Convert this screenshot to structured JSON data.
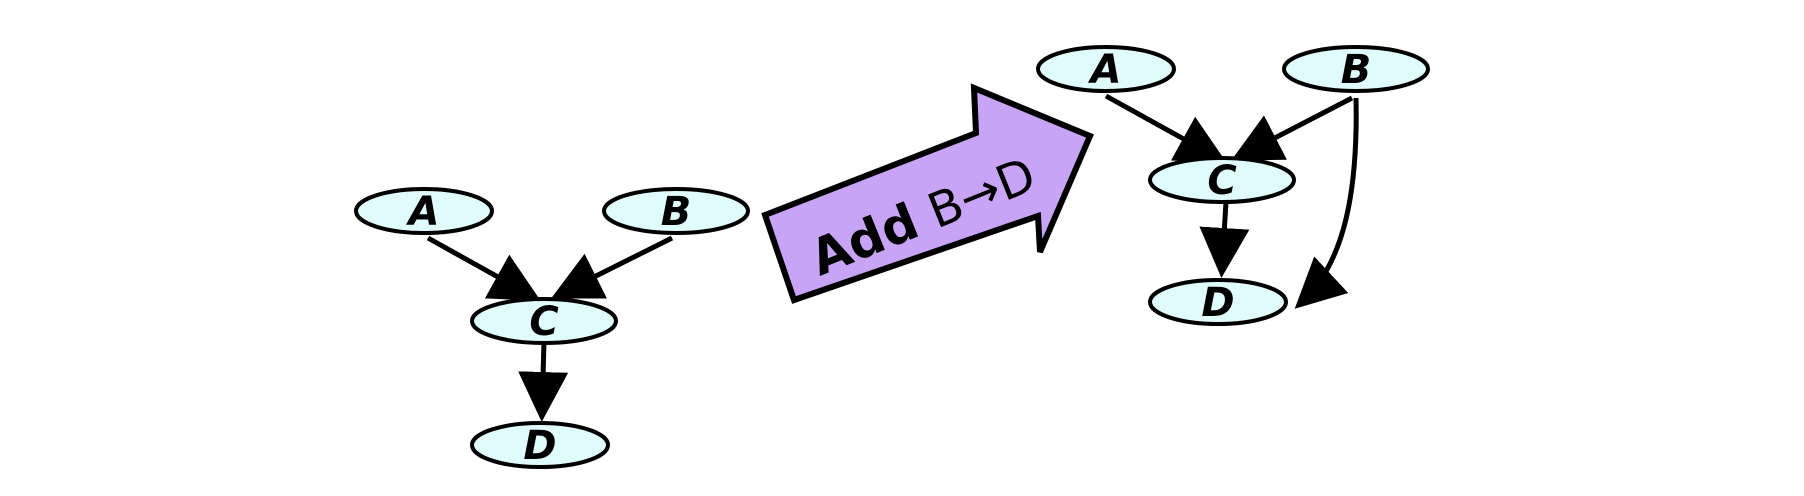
{
  "colors": {
    "node_fill": "#e0fbfc",
    "stroke": "#000000",
    "arrow_fill": "#c8a4f7",
    "background": "#ffffff"
  },
  "before": {
    "nodes": [
      {
        "id": "A",
        "label": "A"
      },
      {
        "id": "B",
        "label": "B"
      },
      {
        "id": "C",
        "label": "C"
      },
      {
        "id": "D",
        "label": "D"
      }
    ],
    "edges": [
      {
        "from": "A",
        "to": "C"
      },
      {
        "from": "B",
        "to": "C"
      },
      {
        "from": "C",
        "to": "D"
      }
    ]
  },
  "transition": {
    "label_action": "Add",
    "label_edge": "B→D"
  },
  "after": {
    "nodes": [
      {
        "id": "A",
        "label": "A"
      },
      {
        "id": "B",
        "label": "B"
      },
      {
        "id": "C",
        "label": "C"
      },
      {
        "id": "D",
        "label": "D"
      }
    ],
    "edges": [
      {
        "from": "A",
        "to": "C"
      },
      {
        "from": "B",
        "to": "C"
      },
      {
        "from": "C",
        "to": "D"
      },
      {
        "from": "B",
        "to": "D"
      }
    ]
  }
}
